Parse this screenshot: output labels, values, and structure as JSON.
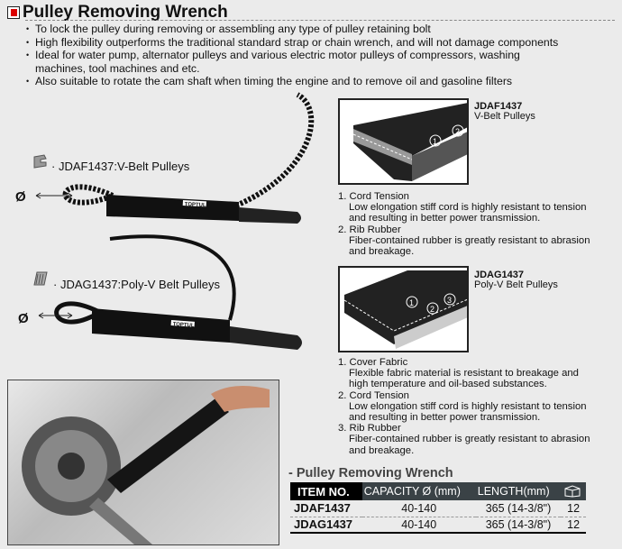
{
  "title": "Pulley Removing Wrench",
  "bullets": [
    "To lock the pulley during removing or assembling any type of pulley retaining bolt",
    "High flexibility outperforms the traditional standard strap or chain wrench, and will not damage components",
    "Ideal for water pump, alternator pulleys and various electric motor pulleys of compressors, washing machines, tool machines and etc.",
    "Also suitable to rotate the cam shaft when timing the engine and to remove oil and gasoline filters"
  ],
  "products": [
    {
      "label": "JDAF1437:V-Belt Pulleys",
      "diameter_symbol": "Ø",
      "brand": "TOPTUL"
    },
    {
      "label": "JDAG1437:Poly-V Belt Pulleys",
      "diameter_symbol": "Ø",
      "brand": "TOPTUL"
    }
  ],
  "belts": [
    {
      "code": "JDAF1437",
      "type": "V-Belt Pulleys",
      "callouts": [
        "1",
        "2"
      ],
      "features": [
        {
          "title": "1. Cord Tension",
          "lines": [
            "Low elongation stiff cord is highly resistant to tension",
            "and resulting in better power transmission."
          ]
        },
        {
          "title": "2. Rib Rubber",
          "lines": [
            "Fiber-contained rubber is greatly resistant to abrasion",
            "and breakage."
          ]
        }
      ]
    },
    {
      "code": "JDAG1437",
      "type": "Poly-V Belt Pulleys",
      "callouts": [
        "1",
        "2",
        "3"
      ],
      "features": [
        {
          "title": "1. Cover Fabric",
          "lines": [
            "Flexible fabric material is resistant to breakage and",
            "high temperature and oil-based substances."
          ]
        },
        {
          "title": "2. Cord Tension",
          "lines": [
            "Low elongation stiff cord is highly resistant to tension",
            "and resulting in better power transmission."
          ]
        },
        {
          "title": "3. Rib Rubber",
          "lines": [
            "Fiber-contained rubber is greatly resistant to abrasion",
            "and breakage."
          ]
        }
      ]
    }
  ],
  "table": {
    "title": "- Pulley Removing Wrench",
    "headers": [
      "ITEM NO.",
      "CAPACITY Ø (mm)",
      "LENGTH(mm)"
    ],
    "qty_icon": "box-icon",
    "rows": [
      [
        "JDAF1437",
        "40-140",
        "365 (14-3/8\")",
        "12"
      ],
      [
        "JDAG1437",
        "40-140",
        "365 (14-3/8\")",
        "12"
      ]
    ]
  }
}
